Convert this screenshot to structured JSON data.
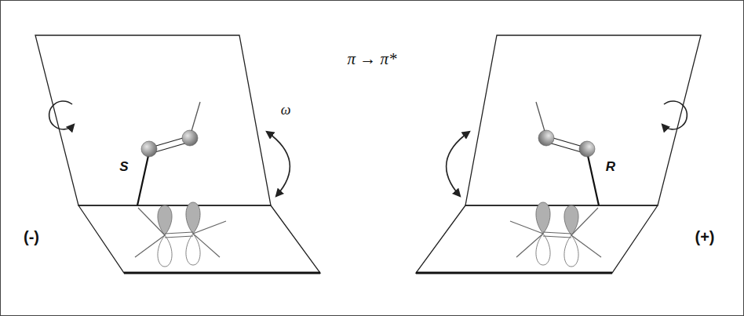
{
  "diagram": {
    "labels": [
      "π → π*",
      "ω",
      "S",
      "R",
      "(-)",
      "(+)"
    ]
  }
}
